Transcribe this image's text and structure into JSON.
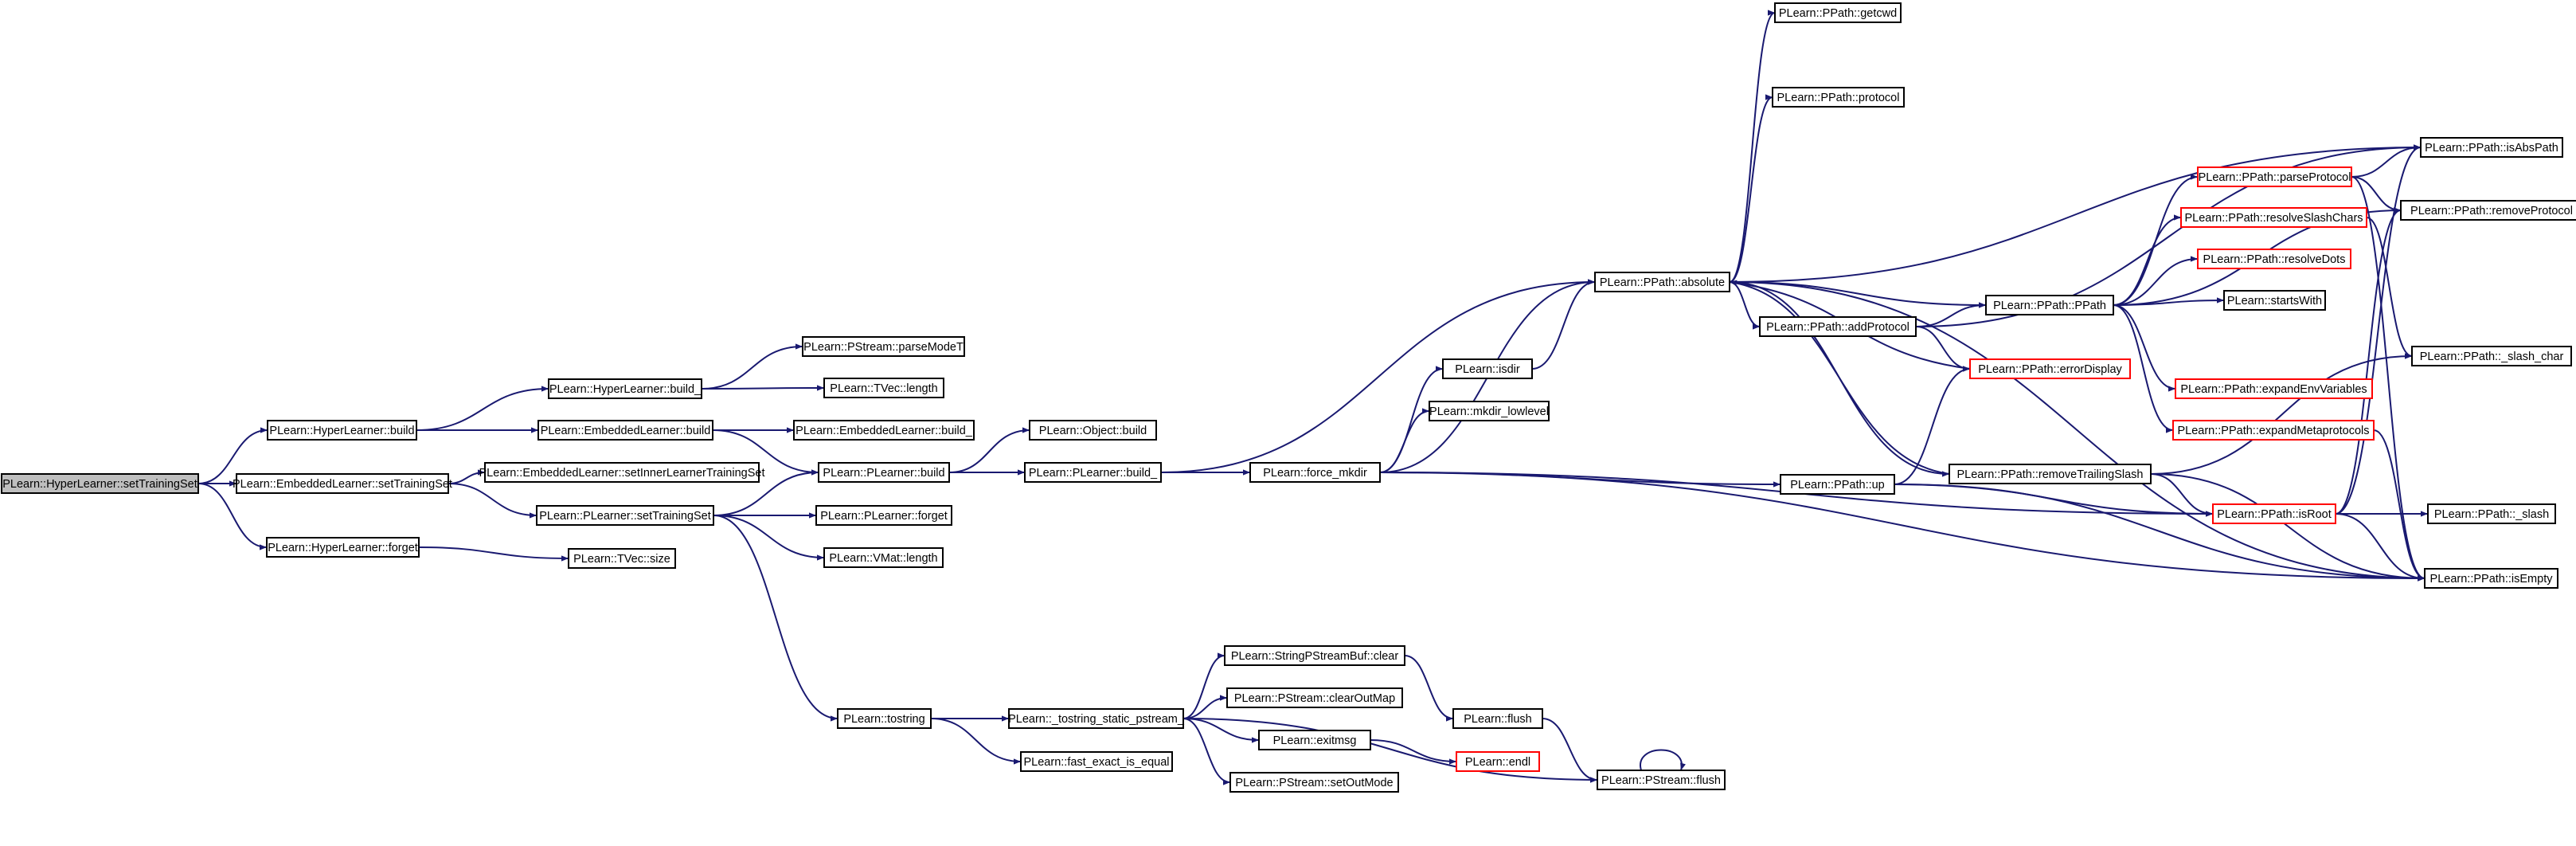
{
  "colors": {
    "edge": "#191970",
    "node_fill": "#ffffff",
    "node_border": "#000000",
    "truncated_border": "#ff0000",
    "root_fill": "#bfbfbf"
  },
  "nodes": [
    {
      "id": "root",
      "label": "PLearn::HyperLearner::setTrainingSet",
      "style": "root"
    },
    {
      "id": "hl_build",
      "label": "PLearn::HyperLearner::build",
      "style": "normal"
    },
    {
      "id": "el_setts",
      "label": "PLearn::EmbeddedLearner::setTrainingSet",
      "style": "normal"
    },
    {
      "id": "hl_forget",
      "label": "PLearn::HyperLearner::forget",
      "style": "normal"
    },
    {
      "id": "hl_build_",
      "label": "PLearn::HyperLearner::build_",
      "style": "normal"
    },
    {
      "id": "el_build",
      "label": "PLearn::EmbeddedLearner::build",
      "style": "normal"
    },
    {
      "id": "el_setinner",
      "label": "PLearn::EmbeddedLearner::setInnerLearnerTrainingSet",
      "style": "normal"
    },
    {
      "id": "pl_setts",
      "label": "PLearn::PLearner::setTrainingSet",
      "style": "normal"
    },
    {
      "id": "ps_parsemodet",
      "label": "PLearn::PStream::parseModeT",
      "style": "normal"
    },
    {
      "id": "tvec_length",
      "label": "PLearn::TVec::length",
      "style": "normal"
    },
    {
      "id": "el_build_",
      "label": "PLearn::EmbeddedLearner::build_",
      "style": "normal"
    },
    {
      "id": "pl_build",
      "label": "PLearn::PLearner::build",
      "style": "normal"
    },
    {
      "id": "pl_forget",
      "label": "PLearn::PLearner::forget",
      "style": "normal"
    },
    {
      "id": "vmat_length",
      "label": "PLearn::VMat::length",
      "style": "normal"
    },
    {
      "id": "tvec_size",
      "label": "PLearn::TVec::size",
      "style": "normal"
    },
    {
      "id": "tostring",
      "label": "PLearn::tostring",
      "style": "normal"
    },
    {
      "id": "obj_build",
      "label": "PLearn::Object::build",
      "style": "normal"
    },
    {
      "id": "pl_build_",
      "label": "PLearn::PLearner::build_",
      "style": "normal"
    },
    {
      "id": "force_mkdir",
      "label": "PLearn::force_mkdir",
      "style": "normal"
    },
    {
      "id": "tostring_static",
      "label": "PLearn::_tostring_static_pstream_",
      "style": "normal"
    },
    {
      "id": "fast_exact",
      "label": "PLearn::fast_exact_is_equal",
      "style": "normal"
    },
    {
      "id": "spsb_clear",
      "label": "PLearn::StringPStreamBuf::clear",
      "style": "normal"
    },
    {
      "id": "ps_clearoutmap",
      "label": "PLearn::PStream::clearOutMap",
      "style": "normal"
    },
    {
      "id": "exitmsg",
      "label": "PLearn::exitmsg",
      "style": "normal"
    },
    {
      "id": "ps_setoutmode",
      "label": "PLearn::PStream::setOutMode",
      "style": "normal"
    },
    {
      "id": "flush",
      "label": "PLearn::flush",
      "style": "normal"
    },
    {
      "id": "endl",
      "label": "PLearn::endl",
      "style": "truncated"
    },
    {
      "id": "ps_flush",
      "label": "PLearn::PStream::flush",
      "style": "normal"
    },
    {
      "id": "isdir",
      "label": "PLearn::isdir",
      "style": "normal"
    },
    {
      "id": "mkdir_lowlevel",
      "label": "PLearn::mkdir_lowlevel",
      "style": "normal"
    },
    {
      "id": "pp_absolute",
      "label": "PLearn::PPath::absolute",
      "style": "normal"
    },
    {
      "id": "pp_up",
      "label": "PLearn::PPath::up",
      "style": "normal"
    },
    {
      "id": "pp_getcwd",
      "label": "PLearn::PPath::getcwd",
      "style": "normal"
    },
    {
      "id": "pp_protocol",
      "label": "PLearn::PPath::protocol",
      "style": "normal"
    },
    {
      "id": "pp_addprotocol",
      "label": "PLearn::PPath::addProtocol",
      "style": "normal"
    },
    {
      "id": "pp_ppath",
      "label": "PLearn::PPath::PPath",
      "style": "normal"
    },
    {
      "id": "pp_errordisplay",
      "label": "PLearn::PPath::errorDisplay",
      "style": "truncated"
    },
    {
      "id": "pp_removetrailing",
      "label": "PLearn::PPath::removeTrailingSlash",
      "style": "normal"
    },
    {
      "id": "pp_parseprotocol",
      "label": "PLearn::PPath::parseProtocol",
      "style": "truncated"
    },
    {
      "id": "pp_resolveslash",
      "label": "PLearn::PPath::resolveSlashChars",
      "style": "truncated"
    },
    {
      "id": "pp_resolvedots",
      "label": "PLearn::PPath::resolveDots",
      "style": "truncated"
    },
    {
      "id": "startswith",
      "label": "PLearn::startsWith",
      "style": "normal"
    },
    {
      "id": "pp_expandenv",
      "label": "PLearn::PPath::expandEnvVariables",
      "style": "truncated"
    },
    {
      "id": "pp_expandmeta",
      "label": "PLearn::PPath::expandMetaprotocols",
      "style": "truncated"
    },
    {
      "id": "pp_isroot",
      "label": "PLearn::PPath::isRoot",
      "style": "truncated"
    },
    {
      "id": "pp_isabspath",
      "label": "PLearn::PPath::isAbsPath",
      "style": "normal"
    },
    {
      "id": "pp_removeprotocol",
      "label": "PLearn::PPath::removeProtocol",
      "style": "normal"
    },
    {
      "id": "pp_slashchar",
      "label": "PLearn::PPath::_slash_char",
      "style": "normal"
    },
    {
      "id": "pp_slash",
      "label": "PLearn::PPath::_slash",
      "style": "normal"
    },
    {
      "id": "pp_isempty",
      "label": "PLearn::PPath::isEmpty",
      "style": "normal"
    }
  ],
  "edges": [
    [
      "root",
      "hl_build"
    ],
    [
      "root",
      "el_setts"
    ],
    [
      "root",
      "hl_forget"
    ],
    [
      "hl_build",
      "hl_build_"
    ],
    [
      "hl_build",
      "el_build"
    ],
    [
      "hl_build_",
      "ps_parsemodet"
    ],
    [
      "hl_build_",
      "tvec_length"
    ],
    [
      "el_build",
      "el_build_"
    ],
    [
      "el_build",
      "pl_build"
    ],
    [
      "el_setts",
      "el_setinner"
    ],
    [
      "el_setts",
      "pl_setts"
    ],
    [
      "hl_forget",
      "tvec_size"
    ],
    [
      "pl_setts",
      "pl_build"
    ],
    [
      "pl_setts",
      "pl_forget"
    ],
    [
      "pl_setts",
      "vmat_length"
    ],
    [
      "pl_setts",
      "tostring"
    ],
    [
      "pl_build",
      "obj_build"
    ],
    [
      "pl_build",
      "pl_build_"
    ],
    [
      "pl_build_",
      "force_mkdir"
    ],
    [
      "pl_build_",
      "pp_absolute"
    ],
    [
      "tostring",
      "tostring_static"
    ],
    [
      "tostring",
      "fast_exact"
    ],
    [
      "tostring_static",
      "spsb_clear"
    ],
    [
      "tostring_static",
      "ps_clearoutmap"
    ],
    [
      "tostring_static",
      "exitmsg"
    ],
    [
      "tostring_static",
      "ps_setoutmode"
    ],
    [
      "tostring_static",
      "ps_flush"
    ],
    [
      "spsb_clear",
      "flush"
    ],
    [
      "exitmsg",
      "endl"
    ],
    [
      "flush",
      "ps_flush"
    ],
    [
      "ps_flush",
      "ps_flush"
    ],
    [
      "force_mkdir",
      "isdir"
    ],
    [
      "force_mkdir",
      "mkdir_lowlevel"
    ],
    [
      "force_mkdir",
      "pp_absolute"
    ],
    [
      "force_mkdir",
      "pp_up"
    ],
    [
      "force_mkdir",
      "pp_isroot"
    ],
    [
      "force_mkdir",
      "pp_isempty"
    ],
    [
      "isdir",
      "pp_absolute"
    ],
    [
      "pp_absolute",
      "pp_getcwd"
    ],
    [
      "pp_absolute",
      "pp_protocol"
    ],
    [
      "pp_absolute",
      "pp_addprotocol"
    ],
    [
      "pp_absolute",
      "pp_ppath"
    ],
    [
      "pp_absolute",
      "pp_isabspath"
    ],
    [
      "pp_absolute",
      "pp_removetrailing"
    ],
    [
      "pp_absolute",
      "pp_isempty"
    ],
    [
      "pp_addprotocol",
      "pp_ppath"
    ],
    [
      "pp_addprotocol",
      "pp_errordisplay"
    ],
    [
      "pp_addprotocol",
      "pp_isabspath"
    ],
    [
      "pp_errordisplay",
      "pp_absolute"
    ],
    [
      "pp_removetrailing",
      "pp_absolute"
    ],
    [
      "pp_ppath",
      "pp_parseprotocol"
    ],
    [
      "pp_ppath",
      "pp_resolveslash"
    ],
    [
      "pp_ppath",
      "pp_resolvedots"
    ],
    [
      "pp_ppath",
      "startswith"
    ],
    [
      "pp_ppath",
      "pp_expandenv"
    ],
    [
      "pp_ppath",
      "pp_expandmeta"
    ],
    [
      "pp_ppath",
      "pp_removeprotocol"
    ],
    [
      "pp_parseprotocol",
      "pp_isabspath"
    ],
    [
      "pp_parseprotocol",
      "pp_removeprotocol"
    ],
    [
      "pp_parseprotocol",
      "pp_isempty"
    ],
    [
      "pp_resolveslash",
      "pp_slashchar"
    ],
    [
      "pp_expandmeta",
      "pp_isempty"
    ],
    [
      "pp_up",
      "pp_errordisplay"
    ],
    [
      "pp_up",
      "pp_isroot"
    ],
    [
      "pp_up",
      "pp_isempty"
    ],
    [
      "pp_removetrailing",
      "pp_isroot"
    ],
    [
      "pp_removetrailing",
      "pp_slashchar"
    ],
    [
      "pp_removetrailing",
      "pp_isempty"
    ],
    [
      "pp_isroot",
      "pp_isabspath"
    ],
    [
      "pp_isroot",
      "pp_removeprotocol"
    ],
    [
      "pp_isroot",
      "pp_slash"
    ],
    [
      "pp_isroot",
      "pp_isempty"
    ]
  ]
}
